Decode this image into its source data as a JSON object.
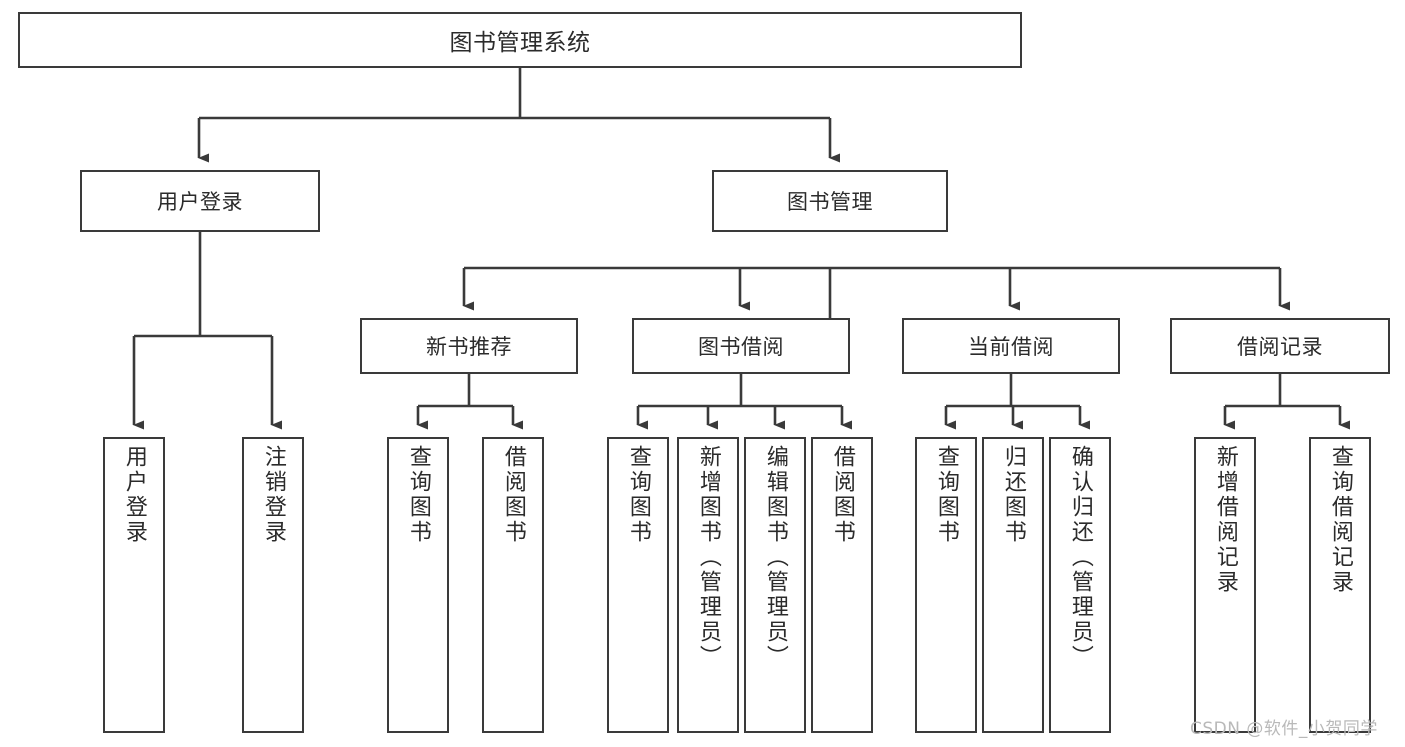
{
  "diagram": {
    "type": "tree-hierarchy-diagram",
    "title": "图书管理系统",
    "colors": {
      "box_border": "#3a3a3a",
      "box_fill": "#ffffff",
      "edge": "#3a3a3a",
      "text": "#2b2b2b",
      "background": "#ffffff",
      "watermark": "#b9b9b9"
    },
    "nodes": {
      "root": {
        "label": "图书管理系统"
      },
      "level2": [
        {
          "id": "user-login",
          "label": "用户登录"
        },
        {
          "id": "book-manage",
          "label": "图书管理"
        }
      ],
      "level3": [
        {
          "id": "new-book-rec",
          "label": "新书推荐"
        },
        {
          "id": "book-borrow",
          "label": "图书借阅"
        },
        {
          "id": "current-borrow",
          "label": "当前借阅"
        },
        {
          "id": "borrow-record",
          "label": "借阅记录"
        }
      ],
      "leaves": [
        {
          "id": "leaf-user-login",
          "parent": "user-login",
          "label": "用户登录"
        },
        {
          "id": "leaf-logout",
          "parent": "user-login",
          "label": "注销登录"
        },
        {
          "id": "leaf-query-book-1",
          "parent": "new-book-rec",
          "label": "查询图书"
        },
        {
          "id": "leaf-borrow-book-1",
          "parent": "new-book-rec",
          "label": "借阅图书"
        },
        {
          "id": "leaf-query-book-2",
          "parent": "book-borrow",
          "label": "查询图书"
        },
        {
          "id": "leaf-add-book",
          "parent": "book-borrow",
          "label": "新增图书（管理员）"
        },
        {
          "id": "leaf-edit-book",
          "parent": "book-borrow",
          "label": "编辑图书（管理员）"
        },
        {
          "id": "leaf-borrow-book-2",
          "parent": "book-borrow",
          "label": "借阅图书"
        },
        {
          "id": "leaf-query-book-3",
          "parent": "current-borrow",
          "label": "查询图书"
        },
        {
          "id": "leaf-return-book",
          "parent": "current-borrow",
          "label": "归还图书"
        },
        {
          "id": "leaf-confirm-return",
          "parent": "current-borrow",
          "label": "确认归还（管理员）"
        },
        {
          "id": "leaf-add-record",
          "parent": "borrow-record",
          "label": "新增借阅记录"
        },
        {
          "id": "leaf-query-record",
          "parent": "borrow-record",
          "label": "查询借阅记录"
        }
      ]
    }
  },
  "watermark": {
    "text": "CSDN @软件_小贺同学"
  }
}
